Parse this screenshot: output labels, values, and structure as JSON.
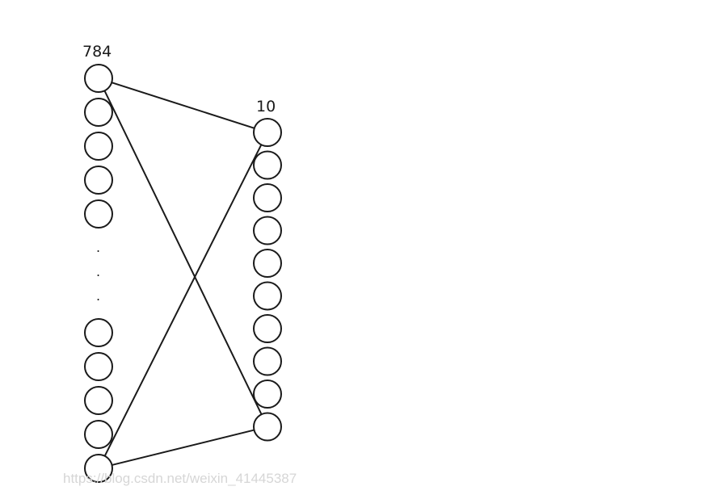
{
  "diagram": {
    "input_layer": {
      "label": "784",
      "visible_top_neurons": 5,
      "ellipsis": [
        ".",
        ".",
        "."
      ],
      "visible_bottom_neurons": 5
    },
    "output_layer": {
      "label": "10",
      "neurons": 10
    },
    "connections": [
      {
        "from": "input-first",
        "to": "output-first"
      },
      {
        "from": "input-first",
        "to": "output-last"
      },
      {
        "from": "input-last",
        "to": "output-first"
      },
      {
        "from": "input-last",
        "to": "output-last"
      }
    ],
    "colors": {
      "stroke": "#1a1a1a",
      "fill": "#ffffff",
      "watermark": "#d6d6d6"
    }
  },
  "watermark": "https://blog.csdn.net/weixin_41445387"
}
